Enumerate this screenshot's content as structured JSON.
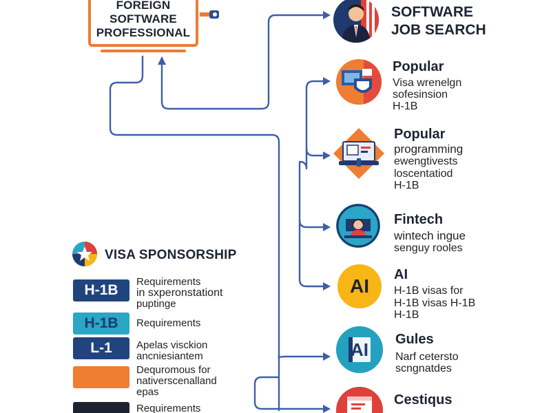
{
  "origin": {
    "line1": "FOREIGN",
    "line2": "SOFTWARE",
    "line3": "PROFESSIONAL"
  },
  "nodes": [
    {
      "title": "SOFTWARE",
      "title2": "JOB SEARCH",
      "icon": "job-seeker-icon",
      "color": "#1e3a6e"
    },
    {
      "title": "Popular",
      "lines": [
        "Visa wrenelgn",
        "sofesinsion",
        "H-1B"
      ],
      "icon": "visa-document-icon",
      "color": "#ef7d32"
    },
    {
      "title": "Popular",
      "lines": [
        "programming",
        "ewengtivests",
        "loscentatiod",
        "H-1B"
      ],
      "icon": "laptop-code-icon",
      "color": "#ef7d32"
    },
    {
      "title": "Fintech",
      "lines": [
        "wintech ingue",
        "senguy rooles"
      ],
      "icon": "developer-icon",
      "color": "#2aa6c7"
    },
    {
      "title": "AI",
      "lines": [
        "H-1B visas for",
        "H-1B visas H-1B",
        "H-1B"
      ],
      "icon_text": "AI",
      "icon": "ai-badge-icon",
      "color": "#f7b516"
    },
    {
      "title": "Gules",
      "lines": [
        "Narf cetersto",
        "scngnatdes"
      ],
      "icon_text": "AI",
      "icon": "ai-chip-icon",
      "color": "#22a2c0"
    },
    {
      "title": "Cestiqus",
      "lines": [
        "..."
      ],
      "icon": "browser-window-icon",
      "color": "#e0403b"
    }
  ],
  "visa": {
    "title": "VISA SPONSORSHIP",
    "rows": [
      {
        "badge": "H-1B",
        "color": "#21447f",
        "lines": [
          "Requirements",
          "in sxperonstationt",
          "puptinge"
        ]
      },
      {
        "badge": "H-1B",
        "color": "#2aa6c7",
        "lines": [
          "Requirements"
        ]
      },
      {
        "badge": "L-1",
        "color": "#21447f",
        "lines": [
          "Apelas visckion",
          "ancniesiantem"
        ]
      },
      {
        "badge": "",
        "color": "#ef7d32",
        "lines": [
          "Dequromous for",
          "nativerscenalland",
          "epas"
        ]
      },
      {
        "badge": "",
        "color": "#1c2230",
        "lines": [
          "Requirements"
        ]
      }
    ]
  },
  "colors": {
    "connector": "#3d5fa8",
    "orange": "#ee7b30",
    "navy": "#1d2433"
  }
}
